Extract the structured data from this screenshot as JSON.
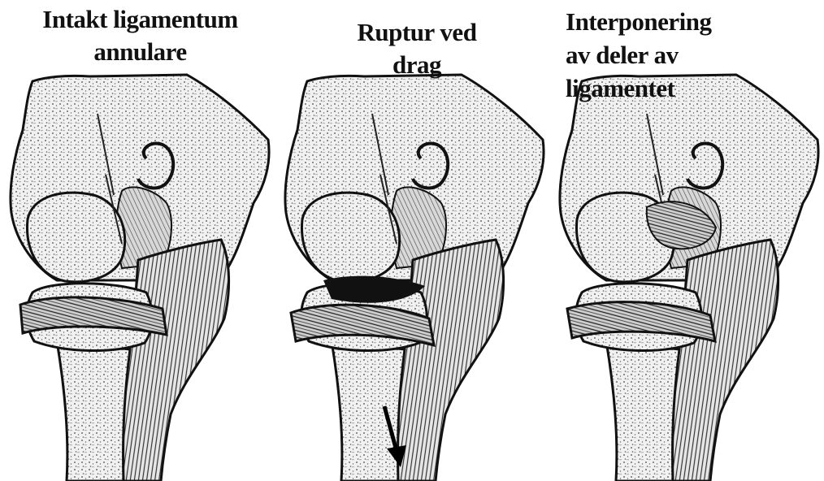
{
  "panels": [
    {
      "caption_lines": [
        "Intakt ligamentum",
        "annulare"
      ]
    },
    {
      "caption_lines": [
        "Ruptur ved",
        "drag"
      ]
    },
    {
      "caption_lines": [
        "Interponering",
        "av deler av",
        "ligamentet"
      ]
    }
  ]
}
